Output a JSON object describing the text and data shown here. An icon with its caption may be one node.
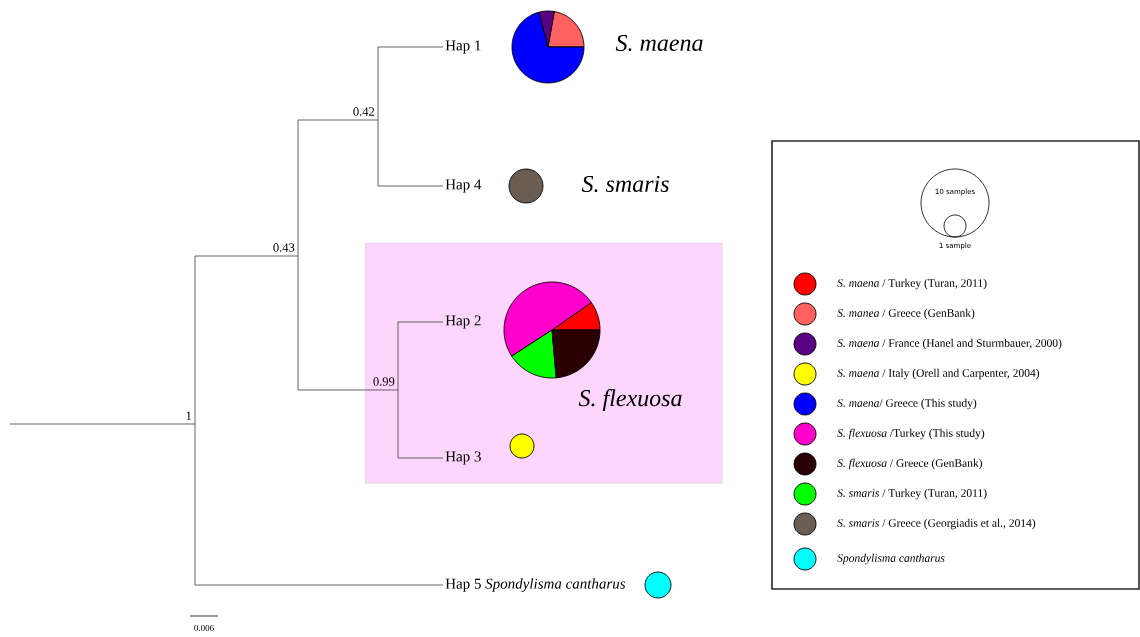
{
  "diagram": {
    "nodes": [
      {
        "text": [
          "Hap 1"
        ]
      },
      {
        "text": [
          "0.42"
        ]
      },
      {
        "text": [
          "Hap 4"
        ]
      },
      {
        "text": [
          "0.43"
        ]
      },
      {
        "text": [
          "S. flexuosa"
        ]
      },
      {
        "text": [
          "Hap 2"
        ],
        "in": 4
      },
      {
        "text": [
          "0.99"
        ],
        "in": 4
      },
      {
        "text": [
          "Hap 3"
        ],
        "in": 4
      },
      {
        "text": [
          "1"
        ]
      },
      {
        "text": [
          "Hap 5 *Spondylisma cantharus*"
        ]
      }
    ],
    "edges": [
      {
        "from": null,
        "to": 8,
        "arrow": "none"
      },
      {
        "from": 8,
        "to": 3,
        "arrow": "none"
      },
      {
        "from": 8,
        "to": 9,
        "arrow": "none"
      },
      {
        "from": 3,
        "to": 1,
        "arrow": "none"
      },
      {
        "from": 3,
        "to": 6,
        "arrow": "none"
      },
      {
        "from": 1,
        "to": 0,
        "arrow": "none"
      },
      {
        "from": 1,
        "to": 2,
        "arrow": "none"
      },
      {
        "from": 6,
        "to": 5,
        "arrow": "none"
      },
      {
        "from": 6,
        "to": 7,
        "arrow": "none"
      }
    ],
    "labels": [
      "S. maena",
      "S. smaris",
      "10 samples",
      "1 sample",
      "0.006"
    ],
    "legend": [
      {
        "text": "*S. maena* / Turkey (Turan, 2011)",
        "color": "#ff0000"
      },
      {
        "text": "*S. manea* / Greece (GenBank)",
        "color": "#ff6060"
      },
      {
        "text": "*S. maena* / France (Hanel and Sturmbauer, 2000)",
        "color": "#5a0082"
      },
      {
        "text": "*S. maena* / Italy (Orell and Carpenter, 2004)",
        "color": "#ffff00"
      },
      {
        "text": "*S. maena*/ Greece (This study)",
        "color": "#0000ff"
      },
      {
        "text": "*S. flexuosa* /Turkey (This study)",
        "color": "#ff00cc"
      },
      {
        "text": "*S. flexuosa* / Greece (GenBank)",
        "color": "#2a0000"
      },
      {
        "text": "*S. smaris* / Turkey (Turan, 2011)",
        "color": "#00ff00"
      },
      {
        "text": "*S. smaris* / Greece (Georgiadis et al., 2014)",
        "color": "#6b5d52"
      },
      {
        "text": "*Spondylisma cantharus*",
        "color": "#00ffff"
      }
    ]
  }
}
